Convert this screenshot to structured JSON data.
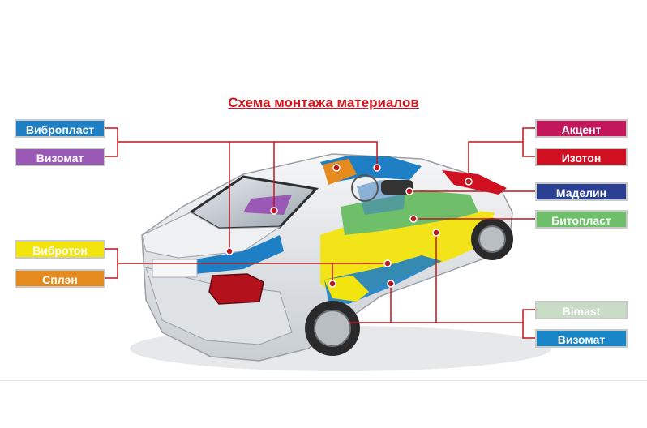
{
  "title": "Схема монтажа материалов",
  "labels": {
    "vibroplast": {
      "text": "Вибропласт",
      "bg": "#1f7fc4",
      "fg": "#ffffff"
    },
    "vizomat_left": {
      "text": "Визомат",
      "bg": "#9b59b6",
      "fg": "#ffffff"
    },
    "vibroton": {
      "text": "Вибротон",
      "bg": "#f2e40d",
      "fg": "#ffffff"
    },
    "splen": {
      "text": "Сплэн",
      "bg": "#e58a1f",
      "fg": "#ffffff"
    },
    "akcent": {
      "text": "Акцент",
      "bg": "#c2185b",
      "fg": "#ffffff"
    },
    "izoton": {
      "text": "Изотон",
      "bg": "#d01020",
      "fg": "#ffffff"
    },
    "madelin": {
      "text": "Маделин",
      "bg": "#2b3f93",
      "fg": "#ffffff"
    },
    "bitoplast": {
      "text": "Битопласт",
      "bg": "#6fbf6a",
      "fg": "#ffffff"
    },
    "bimast": {
      "text": "Bimast",
      "bg": "#c8dcc6",
      "fg": "#ffffff"
    },
    "vizomat_right": {
      "text": "Визомат",
      "bg": "#1a86c8",
      "fg": "#ffffff"
    }
  },
  "colors": {
    "leader": "#c0151f",
    "car_body": "#e9ecef",
    "glass": "#3a3f46"
  }
}
